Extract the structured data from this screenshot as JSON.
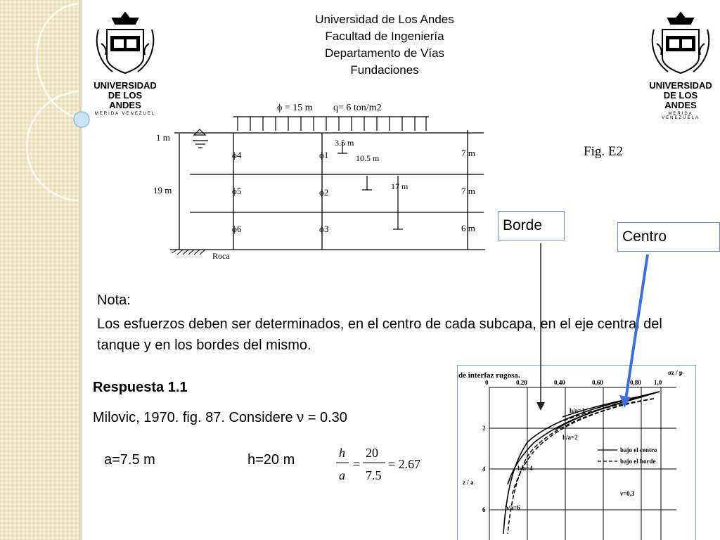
{
  "header": {
    "line1": "Universidad de Los Andes",
    "line2": "Facultad de Ingeniería",
    "line3": "Departamento de Vías",
    "line4": "Fundaciones"
  },
  "logo": {
    "name_line1": "UNIVERSIDAD",
    "name_line2": "DE LOS ANDES",
    "city_left": "MERIDA VENEZUEL",
    "city_right": "MERIDA VENEZUELA"
  },
  "figure": {
    "diameter_label": "ϕ = 15 m",
    "load_label": "q= 6 ton/m2",
    "depth_water": "1 m",
    "depth_total": "19 m",
    "layer_1": "7 m",
    "layer_2": "7 m",
    "layer_3": "6 m",
    "dim_1": "3.5 m",
    "dim_2": "10.5 m",
    "dim_3": "17 m",
    "points": [
      "1",
      "2",
      "3",
      "4",
      "5",
      "6"
    ],
    "rock": "Roca",
    "caption": "Fig. E2"
  },
  "labels": {
    "borde": "Borde",
    "centro": "Centro"
  },
  "note": {
    "title": "Nota:",
    "text": "Los esfuerzos deben ser determinados, en el centro de cada  subcapa, en el eje central del tanque y en los bordes del mismo."
  },
  "answer": {
    "title": "Respuesta 1.1",
    "citation": "Milovic, 1970. fig. 87. Considere ν = 0.30",
    "a_value": "a=7.5 m",
    "h_value": "h=20 m",
    "eq_num": "h",
    "eq_den": "a",
    "eq_num2": "20",
    "eq_den2": "7.5",
    "eq_result": "= 2.67"
  },
  "graph": {
    "title": "de interfaz rugosa.",
    "x_ticks": [
      "0",
      "0,20",
      "0,40",
      "0,60",
      "0,80",
      "1,0"
    ],
    "y_ticks": [
      "2",
      "4",
      "6"
    ],
    "x_label": "σz / p",
    "y_label": "z / a",
    "legend_center": "bajo el centro",
    "legend_edge": "bajo el borde",
    "nu": "ν=0,3",
    "curves": [
      "h/a=1",
      "h/a=2",
      "h/a=4",
      "h/a=6"
    ]
  }
}
